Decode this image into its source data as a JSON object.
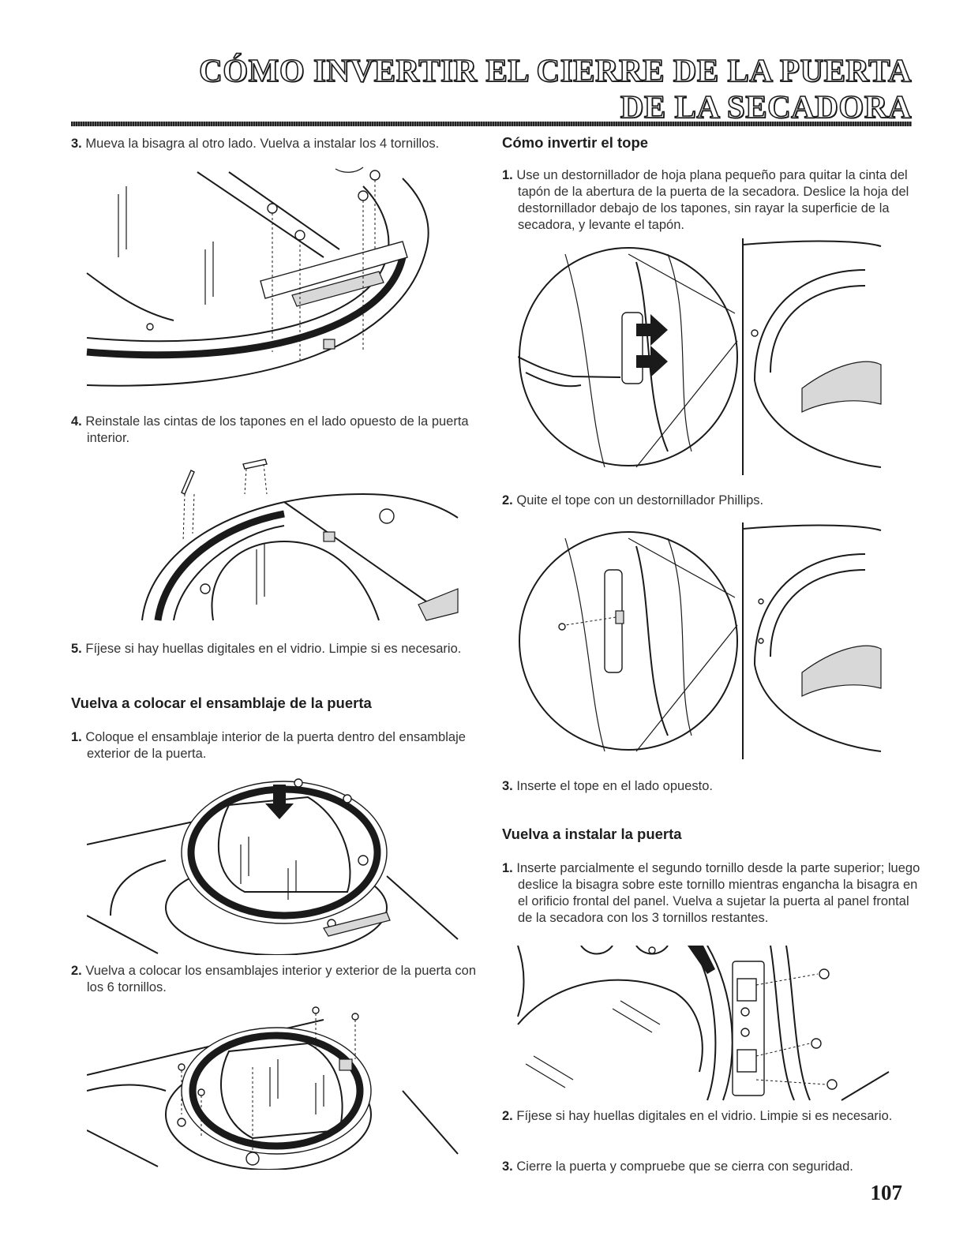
{
  "page": {
    "title_line1": "CÓMO INVERTIR EL CIERRE DE LA PUERTA",
    "title_line2": "DE LA SECADORA",
    "page_number": "107"
  },
  "left": {
    "step3": {
      "num": "3.",
      "text": "Mueva la bisagra al otro lado. Vuelva a instalar los 4 tornillos."
    },
    "step4": {
      "num": "4.",
      "text": "Reinstale las cintas de los tapones en el lado opuesto de la puerta interior."
    },
    "step5": {
      "num": "5.",
      "text": "Fíjese si hay huellas digitales en el vidrio. Limpie si es necesario."
    },
    "section_heading": "Vuelva a colocar el ensamblaje de la puerta",
    "sec_step1": {
      "num": "1.",
      "text": "Coloque el ensamblaje interior de la puerta dentro del ensamblaje exterior de la puerta."
    },
    "sec_step2": {
      "num": "2.",
      "text": "Vuelva a colocar los ensamblajes interior y exterior de la puerta con los 6 tornillos."
    }
  },
  "right": {
    "heading_tope": "Cómo invertir el tope",
    "tope_step1": {
      "num": "1.",
      "text": "Use un destornillador de hoja plana pequeño para quitar la cinta del tapón de la abertura de la puerta de la secadora. Deslice la hoja del destornillador debajo de los tapones, sin rayar la superficie de la secadora, y levante el tapón."
    },
    "tope_step2": {
      "num": "2.",
      "text": "Quite el tope con un destornillador Phillips."
    },
    "tope_step3": {
      "num": "3.",
      "text": "Inserte el tope en el lado opuesto."
    },
    "heading_puerta": "Vuelva a instalar la puerta",
    "puerta_step1": {
      "num": "1.",
      "text": "Inserte parcialmente el segundo tornillo desde la parte superior; luego deslice la bisagra sobre este tornillo mientras engancha la bisagra en el orificio frontal del panel. Vuelva a sujetar la puerta al panel frontal de la secadora con los 3 tornillos restantes."
    },
    "puerta_step2": {
      "num": "2.",
      "text": "Fíjese si hay huellas digitales en el vidrio. Limpie si es necesario."
    },
    "puerta_step3": {
      "num": "3.",
      "text": "Cierre la puerta y compruebe que se cierra con seguridad."
    }
  }
}
